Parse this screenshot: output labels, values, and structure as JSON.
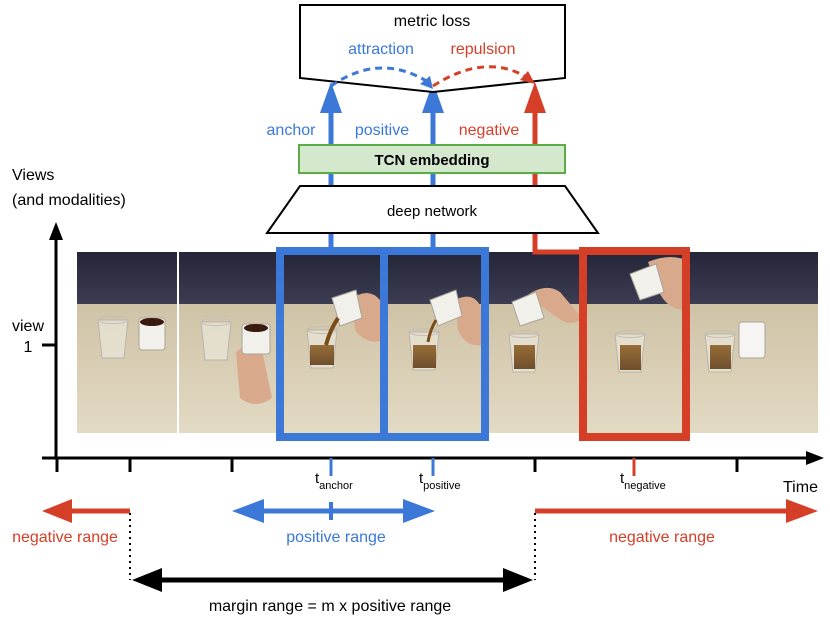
{
  "metric_loss": {
    "title": "metric loss",
    "attraction": "attraction",
    "repulsion": "repulsion"
  },
  "roles": {
    "anchor": "anchor",
    "positive": "positive",
    "negative": "negative"
  },
  "embedding_label": "TCN embedding",
  "network_label": "deep network",
  "y_axis": {
    "title_line1": "Views",
    "title_line2": "(and modalities)",
    "view_label": "view",
    "view_index": "1"
  },
  "x_axis": {
    "label": "Time",
    "ticks": [
      {
        "base": "t",
        "sub": "anchor"
      },
      {
        "base": "t",
        "sub": "positive"
      },
      {
        "base": "t",
        "sub": "negative"
      }
    ]
  },
  "ranges": {
    "negative_left": "negative range",
    "positive": "positive range",
    "negative_right": "negative range",
    "margin": "margin range = m x positive range"
  },
  "colors": {
    "blue": "#3b78d8",
    "red": "#d63f27",
    "embedding_fill": "#d3e8cd",
    "embedding_stroke": "#5aad45",
    "black": "#000000"
  }
}
